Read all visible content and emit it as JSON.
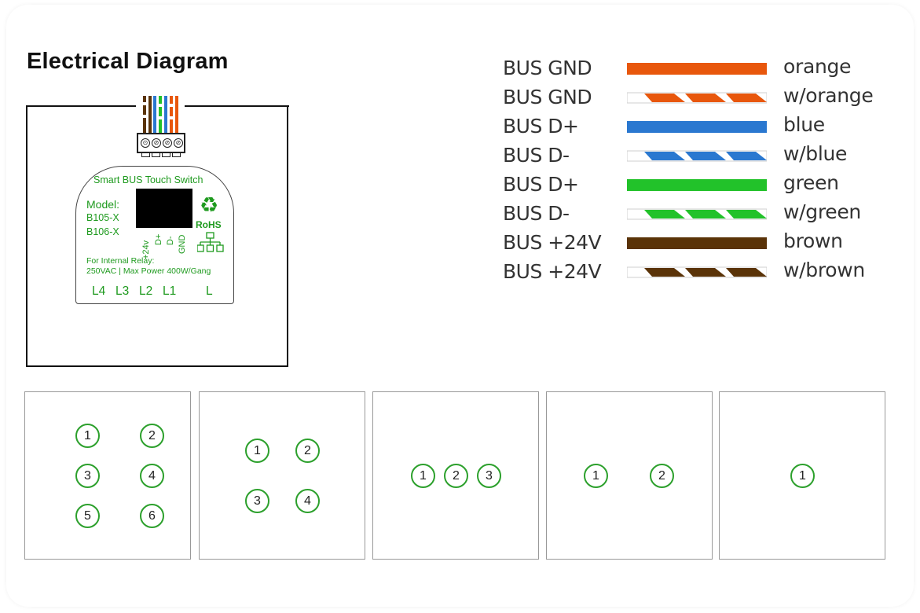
{
  "title": "Electrical Diagram",
  "device": {
    "card_title": "Smart BUS Touch Switch",
    "model_label": "Model:",
    "models": [
      "B105-X",
      "B106-X"
    ],
    "pins": [
      "+24v",
      "D+",
      "D-",
      "GND"
    ],
    "rohs": "RoHS",
    "recycle_icon": "recycle-icon",
    "network_icon": "network-icon",
    "relay_line1": "For Internal Relay:",
    "relay_line2": "250VAC | Max Power 400W/Gang",
    "terminals": [
      "L4",
      "L3",
      "L2",
      "L1",
      "L"
    ],
    "accent_color": "#1e9a1e"
  },
  "legend": [
    {
      "label": "BUS  GND",
      "color_name": "orange",
      "hex": "#e8570c",
      "striped": false
    },
    {
      "label": "BUS GND",
      "color_name": "w/orange",
      "hex": "#e8570c",
      "striped": true
    },
    {
      "label": "BUS  D+",
      "color_name": "blue",
      "hex": "#2a78d0",
      "striped": false
    },
    {
      "label": "BUS  D-",
      "color_name": "w/blue",
      "hex": "#2a78d0",
      "striped": true
    },
    {
      "label": "BUS  D+",
      "color_name": "green",
      "hex": "#22c22a",
      "striped": false
    },
    {
      "label": "BUS  D-",
      "color_name": "w/green",
      "hex": "#22c22a",
      "striped": true
    },
    {
      "label": "BUS +24V",
      "color_name": "brown",
      "hex": "#5a3308",
      "striped": false
    },
    {
      "label": "BUS +24V",
      "color_name": "w/brown",
      "hex": "#5a3308",
      "striped": true
    }
  ],
  "panels": [
    {
      "gangs": 6,
      "buttons": [
        "1",
        "2",
        "3",
        "4",
        "5",
        "6"
      ]
    },
    {
      "gangs": 4,
      "buttons": [
        "1",
        "2",
        "3",
        "4"
      ]
    },
    {
      "gangs": 3,
      "buttons": [
        "1",
        "2",
        "3"
      ]
    },
    {
      "gangs": 2,
      "buttons": [
        "1",
        "2"
      ]
    },
    {
      "gangs": 1,
      "buttons": [
        "1"
      ]
    }
  ]
}
